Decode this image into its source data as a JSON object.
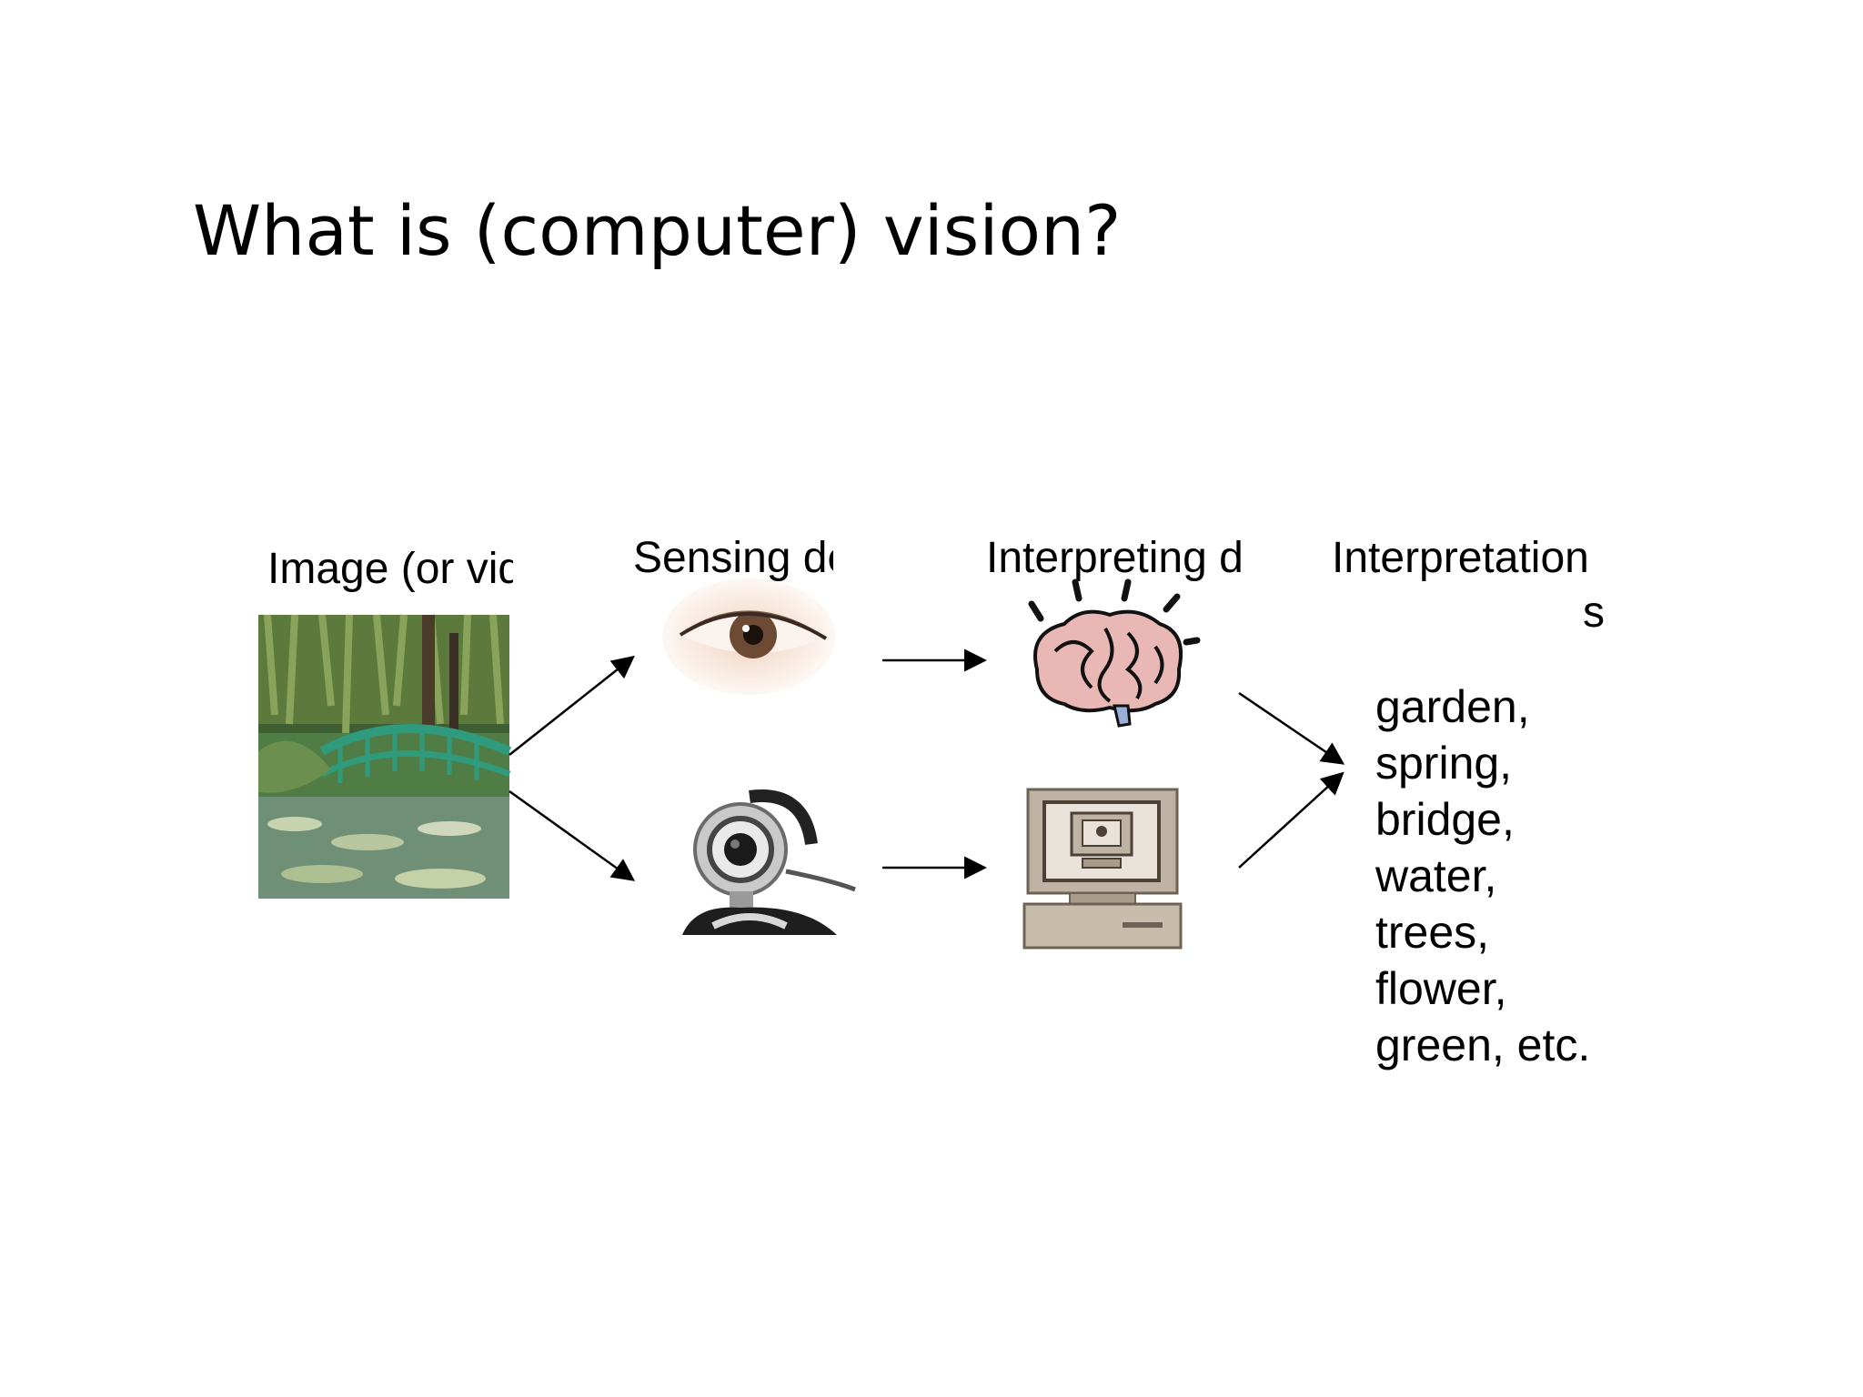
{
  "slide": {
    "title": "What is (computer) vision?"
  },
  "columns": {
    "input_label": "Image (or video)",
    "sensing_label": "Sensing device",
    "interpreting_label": "Interpreting device",
    "output_label_line1": "Interpretation",
    "output_label_line2": "s"
  },
  "output": {
    "terms": [
      "garden,",
      "spring,",
      "bridge,",
      "water,",
      "trees,",
      "flower,",
      "green, etc."
    ]
  },
  "icons": {
    "input_image": "garden-bridge-photo",
    "human_sensor": "eye-icon",
    "machine_sensor": "webcam-icon",
    "human_interpreter": "brain-icon",
    "machine_interpreter": "computer-icon"
  },
  "colors": {
    "arrow": "#000000",
    "bridge": "#2f9a7c",
    "foliage": "#3f6b3a"
  }
}
